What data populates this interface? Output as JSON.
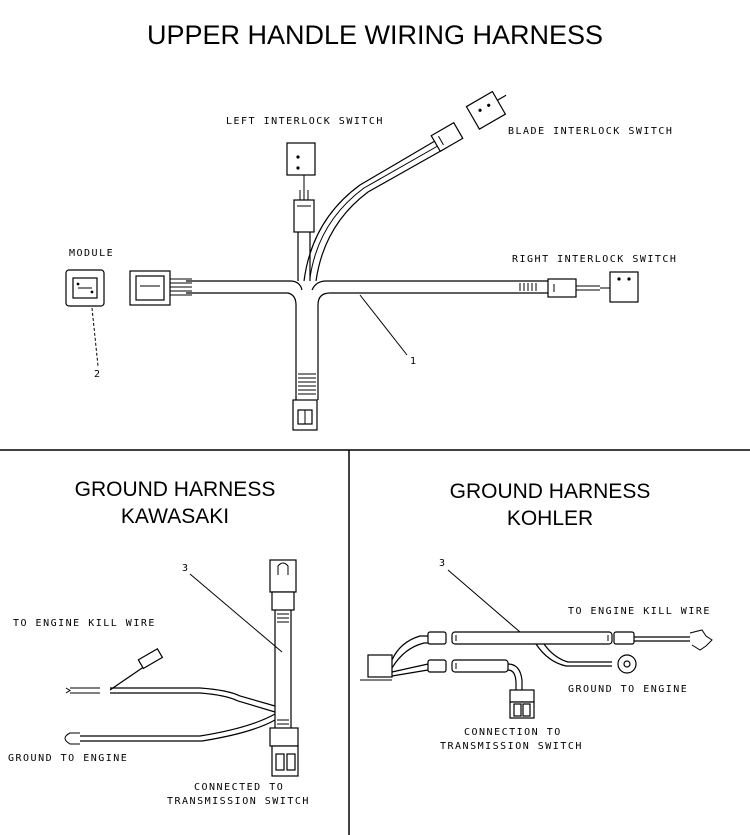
{
  "upper": {
    "title": "UPPER HANDLE WIRING HARNESS",
    "labels": {
      "left_interlock": "LEFT INTERLOCK SWITCH",
      "blade_interlock": "BLADE INTERLOCK SWITCH",
      "right_interlock": "RIGHT INTERLOCK SWITCH",
      "module": "MODULE"
    },
    "callouts": {
      "harness": "1",
      "module": "2"
    }
  },
  "kawasaki": {
    "title_line1": "GROUND HARNESS",
    "title_line2": "KAWASAKI",
    "labels": {
      "engine_kill": "TO ENGINE KILL WIRE",
      "ground": "GROUND TO ENGINE",
      "connected_line1": "CONNECTED TO",
      "connected_line2": "TRANSMISSION SWITCH"
    },
    "callout": "3"
  },
  "kohler": {
    "title_line1": "GROUND HARNESS",
    "title_line2": "KOHLER",
    "labels": {
      "engine_kill": "TO ENGINE KILL WIRE",
      "ground": "GROUND TO ENGINE",
      "connection_line1": "CONNECTION TO",
      "connection_line2": "TRANSMISSION SWITCH"
    },
    "callout": "3"
  }
}
